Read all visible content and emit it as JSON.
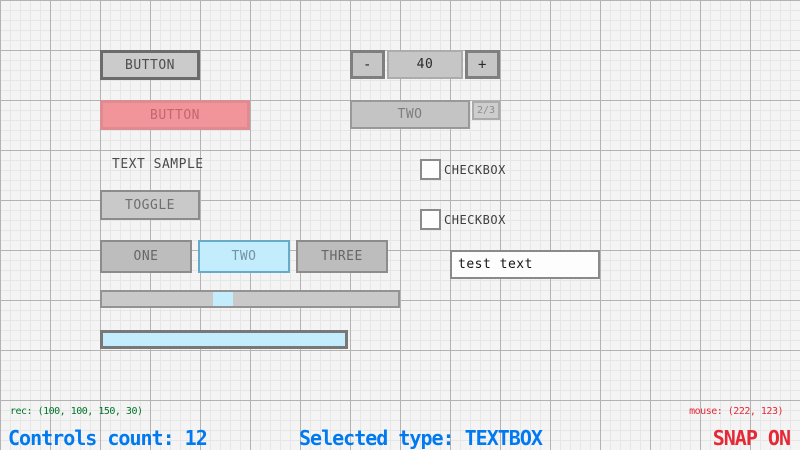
{
  "colors": {
    "background": "#f4f4f4",
    "grid_minor": "#e6e6e6",
    "grid_major": "#b3b3b3",
    "control_fill": "#c9c9c9",
    "control_border": "#7f7f7f",
    "selected_fill": "#f2959b",
    "selected_border": "#df8b92",
    "focus_fill": "#c3ecfc",
    "focus_border": "#67abc9",
    "status_green": "#00752c",
    "status_blue": "#0079f1",
    "status_red": "#e62937"
  },
  "controls": {
    "button_normal": {
      "label": "BUTTON"
    },
    "button_selected": {
      "label": "BUTTON"
    },
    "text_label": {
      "text": "TEXT SAMPLE"
    },
    "toggle": {
      "label": "TOGGLE"
    },
    "toggle_group": {
      "options": [
        "ONE",
        "TWO",
        "THREE"
      ],
      "selected": "TWO"
    },
    "slider": {
      "value_percent": 40
    },
    "progress_bar": {
      "value_percent": 100
    },
    "spinner": {
      "decrement_label": "-",
      "value": "40",
      "increment_label": "+"
    },
    "combo_box": {
      "selected_label": "TWO",
      "index_label": "2/3"
    },
    "checkboxes": [
      {
        "label": "CHECKBOX",
        "checked": false
      },
      {
        "label": "CHECKBOX",
        "checked": false
      }
    ],
    "text_box": {
      "value": "test text"
    }
  },
  "status_bar": {
    "selection_rect": "rec: (100, 100, 150, 30)",
    "controls_count": "Controls count: 12",
    "selected_type": "Selected type: TEXTBOX",
    "mouse_position": "mouse: (222, 123)",
    "snap_mode": "SNAP ON"
  }
}
